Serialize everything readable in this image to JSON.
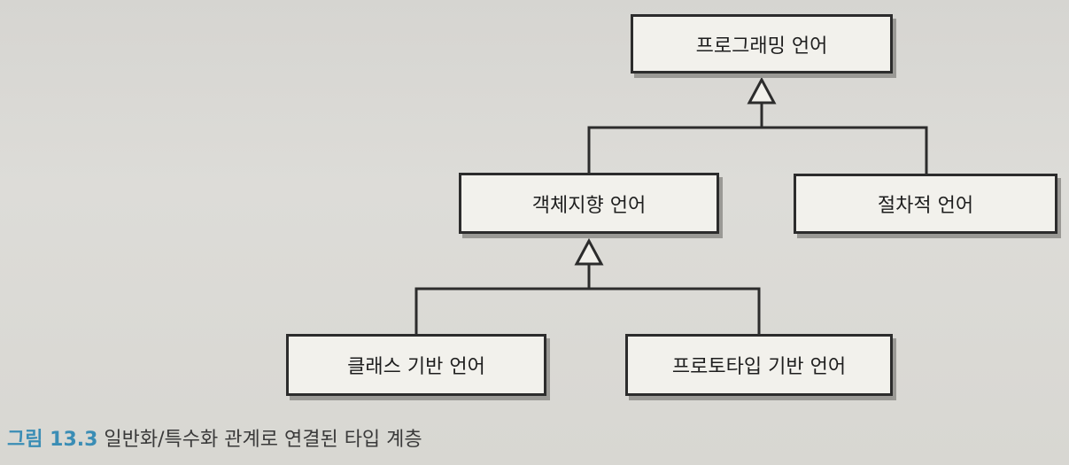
{
  "diagram": {
    "nodes": {
      "root": "프로그래밍 언어",
      "oop": "객체지향 언어",
      "procedural": "절차적 언어",
      "class_based": "클래스 기반 언어",
      "prototype_based": "프로토타입 기반 언어"
    },
    "edges": [
      {
        "from": "oop",
        "to": "root",
        "type": "generalization"
      },
      {
        "from": "procedural",
        "to": "root",
        "type": "generalization"
      },
      {
        "from": "class_based",
        "to": "oop",
        "type": "generalization"
      },
      {
        "from": "prototype_based",
        "to": "oop",
        "type": "generalization"
      }
    ]
  },
  "caption": {
    "figure_number": "그림 13.3",
    "text": "일반화/특수화 관계로 연결된 타입 계층"
  },
  "colors": {
    "figure_number": "#3a8db5",
    "line": "#2c2c2c",
    "box_fill": "#f2f1ec"
  }
}
